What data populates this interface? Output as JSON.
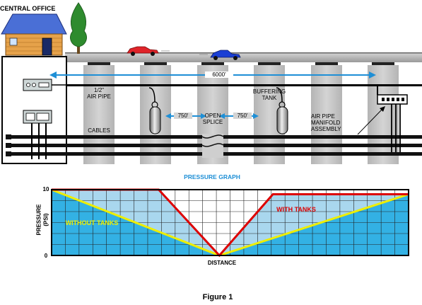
{
  "diagram": {
    "building_label": "CENTRAL OFFICE",
    "distance_label": "6000'",
    "air_pipe_label": [
      "1/2\"",
      "AIR PIPE"
    ],
    "cables_label": "CABLES",
    "splice_label": [
      "OPEN",
      "SPLICE"
    ],
    "spacing_left_label": "750'",
    "spacing_right_label": "750'",
    "buffer_tank_label": [
      "BUFFERING",
      "TANK"
    ],
    "manifold_label": [
      "AIR PIPE",
      "MANIFOLD",
      "ASSEMBLY"
    ]
  },
  "graph": {
    "title": "PRESSURE GRAPH",
    "ylabel": "PRESSURE",
    "ylabel_unit": "(PSI)",
    "xlabel": "DISTANCE",
    "ytick_top": "10",
    "ytick_bottom": "0",
    "with_tanks_label": "WITH TANKS",
    "without_tanks_label": "WITHOUT TANKS"
  },
  "chart_data": {
    "type": "line",
    "title": "PRESSURE GRAPH",
    "xlabel": "DISTANCE",
    "ylabel": "PRESSURE (PSI)",
    "ylim": [
      0,
      10
    ],
    "grid": true,
    "series": [
      {
        "name": "WITH TANKS",
        "color": "#dd0000",
        "x": [
          0,
          0.3,
          0.47,
          0.62,
          1.0
        ],
        "y": [
          10,
          10,
          0,
          9.3,
          9.3
        ]
      },
      {
        "name": "WITHOUT TANKS",
        "color": "#eeee00",
        "x": [
          0,
          0.47,
          1.0
        ],
        "y": [
          10,
          0,
          9.3
        ]
      }
    ]
  },
  "figure_caption": "Figure 1",
  "colors": {
    "sky_blue": "#33b1e4",
    "grid_blue": "#a9d7ee",
    "with_tanks": "#dd0000",
    "without_tanks": "#eeee00",
    "label_blue": "#1e8fd6"
  }
}
